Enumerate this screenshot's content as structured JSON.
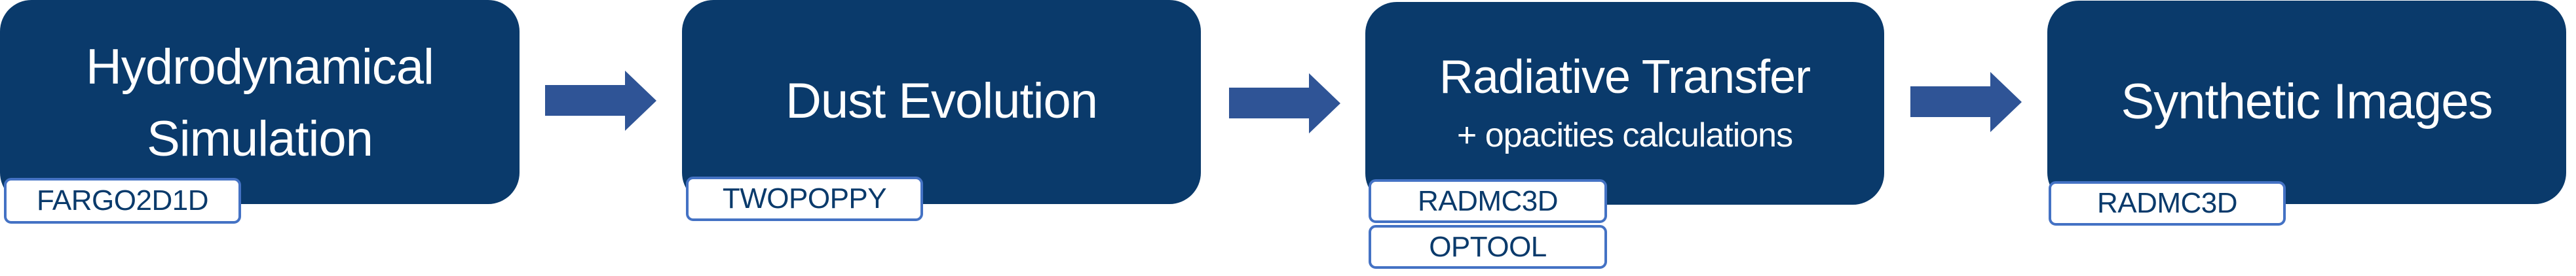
{
  "diagram": {
    "type": "pipeline-flowchart",
    "colors": {
      "stage_fill": "#0a3a6b",
      "stage_text": "#ffffff",
      "arrow_fill": "#2f5496",
      "tool_border": "#4472c4",
      "tool_text": "#0a3a6b",
      "tool_fill": "#ffffff"
    },
    "stages": [
      {
        "title_lines": [
          "Hydrodynamical",
          "Simulation"
        ],
        "tools": [
          "FARGO2D1D"
        ]
      },
      {
        "title_lines": [
          "Dust Evolution"
        ],
        "tools": [
          "TWOPOPPY"
        ]
      },
      {
        "title_lines": [
          "Radiative Transfer",
          "+ opacities calculations"
        ],
        "tools": [
          "RADMC3D",
          "OPTOOL"
        ]
      },
      {
        "title_lines": [
          "Synthetic Images"
        ],
        "tools": [
          "RADMC3D"
        ]
      }
    ],
    "connectors": [
      {
        "from": 0,
        "to": 1,
        "icon": "right-arrow-icon"
      },
      {
        "from": 1,
        "to": 2,
        "icon": "right-arrow-icon"
      },
      {
        "from": 2,
        "to": 3,
        "icon": "right-arrow-icon"
      }
    ]
  }
}
